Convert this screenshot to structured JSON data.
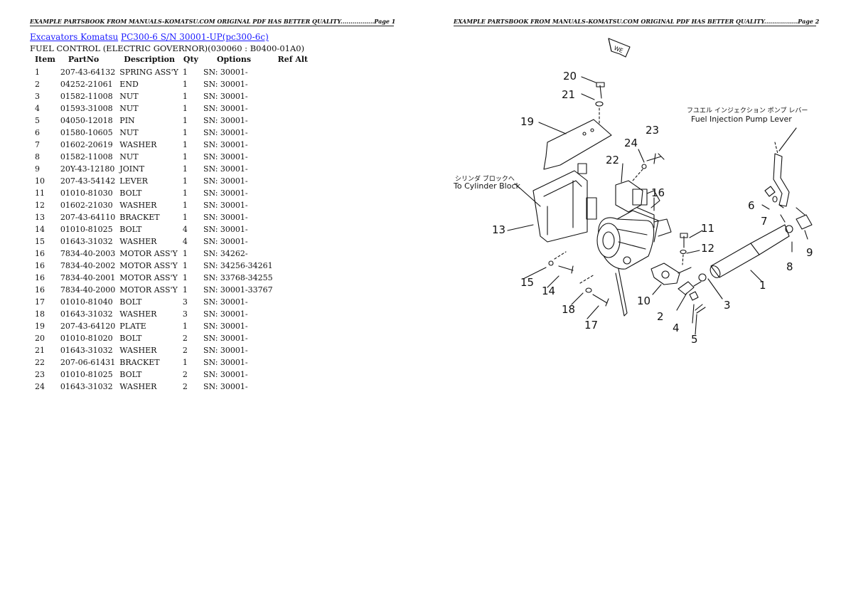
{
  "header": {
    "page1": "EXAMPLE PARTSBOOK FROM MANUALS-KOMATSU.COM ORIGINAL PDF HAS BETTER QUALITY.................Page 1",
    "page2": "EXAMPLE PARTSBOOK FROM MANUALS-KOMATSU.COM ORIGINAL PDF HAS BETTER QUALITY.................Page 2"
  },
  "breadcrumb": {
    "category": "Excavators Komatsu",
    "model": "PC300-6 S/N  30001-UP(pc300-6c)"
  },
  "subtitle": "FUEL CONTROL (ELECTRIC GOVERNOR)(030060 : B0400-01A0)",
  "table": {
    "headers": [
      "Item",
      "PartNo",
      "Description",
      "Qty",
      "Options",
      "Ref Alt"
    ],
    "rows": [
      [
        "1",
        "207-43-64132",
        "SPRING ASS'Y",
        "1",
        "SN: 30001-",
        ""
      ],
      [
        "2",
        "04252-21061",
        "END",
        "1",
        "SN: 30001-",
        ""
      ],
      [
        "3",
        "01582-11008",
        "NUT",
        "1",
        "SN: 30001-",
        ""
      ],
      [
        "4",
        "01593-31008",
        "NUT",
        "1",
        "SN: 30001-",
        ""
      ],
      [
        "5",
        "04050-12018",
        "PIN",
        "1",
        "SN: 30001-",
        ""
      ],
      [
        "6",
        "01580-10605",
        "NUT",
        "1",
        "SN: 30001-",
        ""
      ],
      [
        "7",
        "01602-20619",
        "WASHER",
        "1",
        "SN: 30001-",
        ""
      ],
      [
        "8",
        "01582-11008",
        "NUT",
        "1",
        "SN: 30001-",
        ""
      ],
      [
        "9",
        "20Y-43-12180",
        "JOINT",
        "1",
        "SN: 30001-",
        ""
      ],
      [
        "10",
        "207-43-54142",
        "LEVER",
        "1",
        "SN: 30001-",
        ""
      ],
      [
        "11",
        "01010-81030",
        "BOLT",
        "1",
        "SN: 30001-",
        ""
      ],
      [
        "12",
        "01602-21030",
        "WASHER",
        "1",
        "SN: 30001-",
        ""
      ],
      [
        "13",
        "207-43-64110",
        "BRACKET",
        "1",
        "SN: 30001-",
        ""
      ],
      [
        "14",
        "01010-81025",
        "BOLT",
        "4",
        "SN: 30001-",
        ""
      ],
      [
        "15",
        "01643-31032",
        "WASHER",
        "4",
        "SN: 30001-",
        ""
      ],
      [
        "16",
        "7834-40-2003",
        "MOTOR ASS'Y",
        "1",
        "SN: 34262-",
        ""
      ],
      [
        "16",
        "7834-40-2002",
        "MOTOR ASS'Y",
        "1",
        "SN: 34256-34261",
        ""
      ],
      [
        "16",
        "7834-40-2001",
        "MOTOR ASS'Y",
        "1",
        "SN: 33768-34255",
        ""
      ],
      [
        "16",
        "7834-40-2000",
        "MOTOR ASS'Y",
        "1",
        "SN: 30001-33767",
        ""
      ],
      [
        "17",
        "01010-81040",
        "BOLT",
        "3",
        "SN: 30001-",
        ""
      ],
      [
        "18",
        "01643-31032",
        "WASHER",
        "3",
        "SN: 30001-",
        ""
      ],
      [
        "19",
        "207-43-64120",
        "PLATE",
        "1",
        "SN: 30001-",
        ""
      ],
      [
        "20",
        "01010-81020",
        "BOLT",
        "2",
        "SN: 30001-",
        ""
      ],
      [
        "21",
        "01643-31032",
        "WASHER",
        "2",
        "SN: 30001-",
        ""
      ],
      [
        "22",
        "207-06-61431",
        "BRACKET",
        "1",
        "SN: 30001-",
        ""
      ],
      [
        "23",
        "01010-81025",
        "BOLT",
        "2",
        "SN: 30001-",
        ""
      ],
      [
        "24",
        "01643-31032",
        "WASHER",
        "2",
        "SN: 30001-",
        ""
      ]
    ]
  },
  "diagram": {
    "callouts": [
      "1",
      "2",
      "3",
      "4",
      "5",
      "6",
      "7",
      "8",
      "9",
      "10",
      "11",
      "12",
      "13",
      "14",
      "15",
      "16",
      "17",
      "18",
      "19",
      "20",
      "21",
      "22",
      "23",
      "24"
    ],
    "labels": {
      "cylinder_block_jp": "シリンダ ブロックへ",
      "cylinder_block_en": "To Cylinder Block",
      "pump_lever_jp": "フユエル インジェクション ポンプ レバー",
      "pump_lever_en": "Fuel Injection Pump Lever",
      "tag": "WE"
    }
  }
}
